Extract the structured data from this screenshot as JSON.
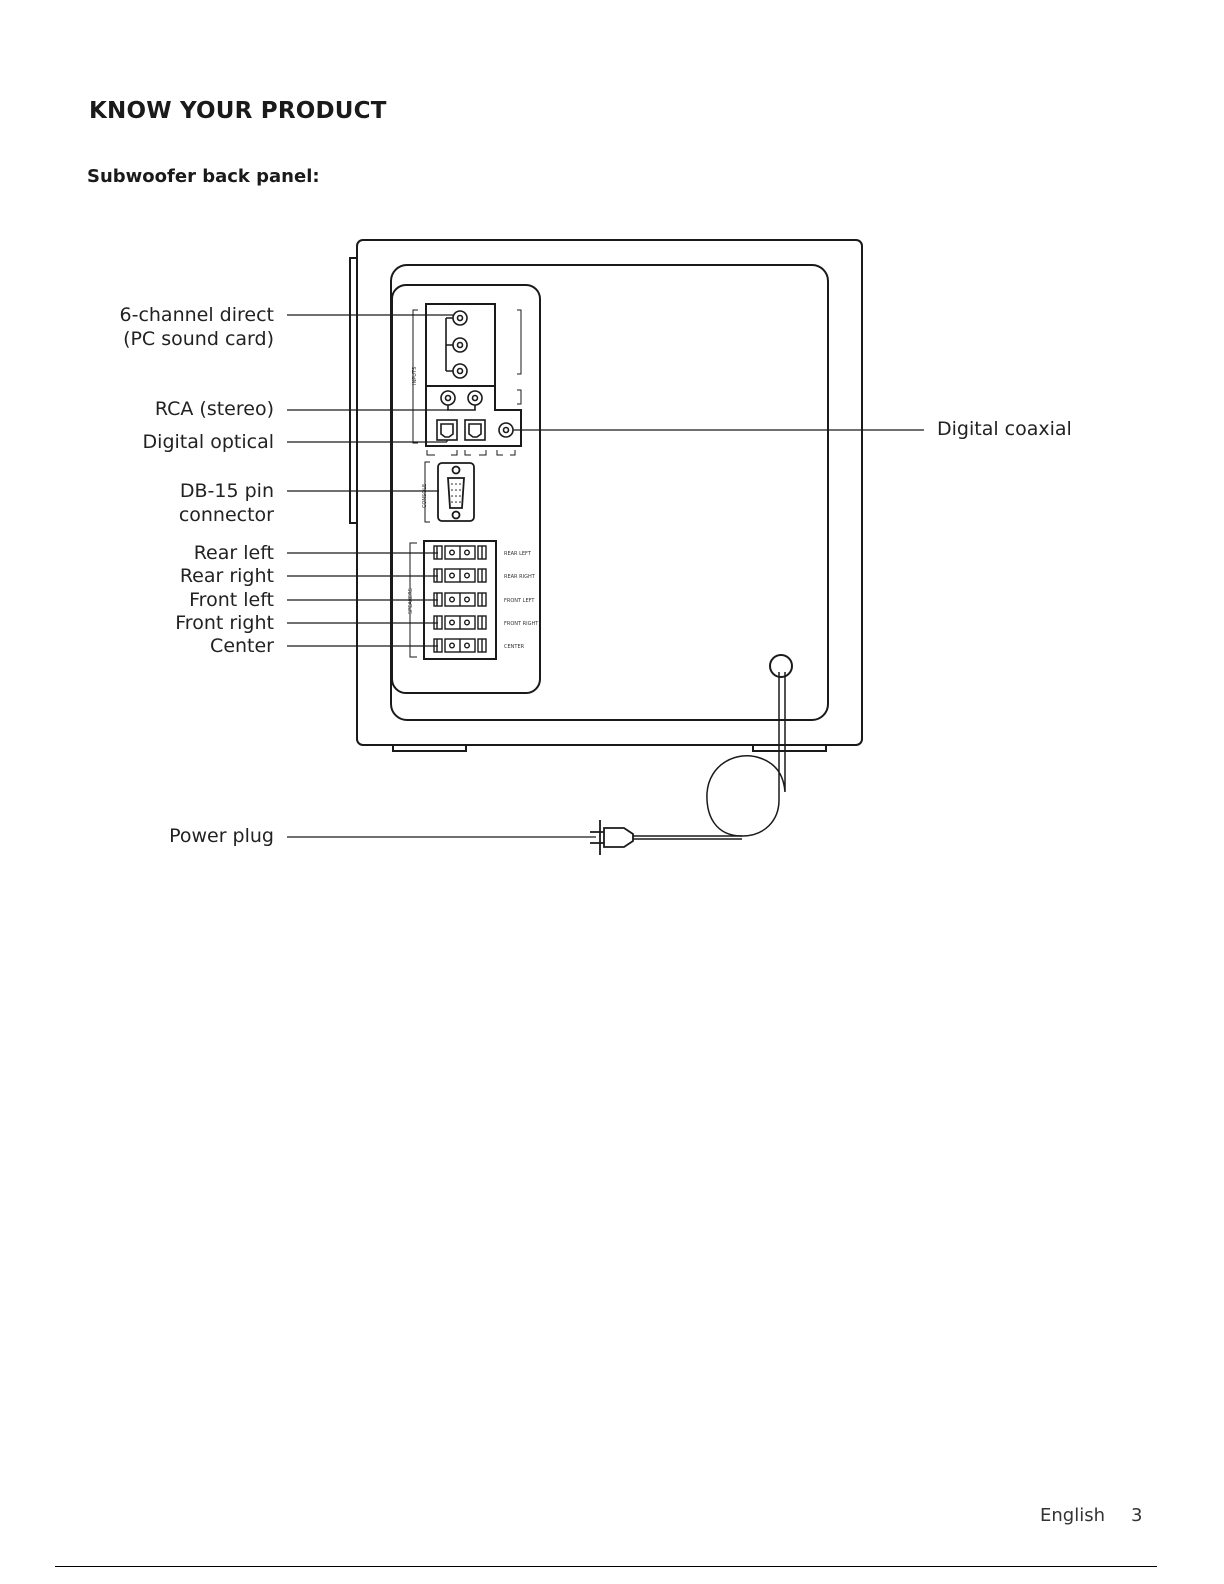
{
  "page": {
    "title": "KNOW YOUR PRODUCT",
    "subtitle": "Subwoofer back panel:"
  },
  "callouts": {
    "six_channel_line1": "6-channel direct",
    "six_channel_line2": "(PC sound card)",
    "rca": "RCA (stereo)",
    "digital_optical": "Digital optical",
    "db15_line1": "DB-15 pin",
    "db15_line2": "connector",
    "rear_left": "Rear left",
    "rear_right": "Rear right",
    "front_left": "Front left",
    "front_right": "Front right",
    "center": "Center",
    "power_plug": "Power plug",
    "digital_coaxial": "Digital coaxial"
  },
  "panel_labels": {
    "inputs": "INPUTS",
    "console": "CONSOLE",
    "speakers": "SPEAKERS",
    "rear_left": "REAR LEFT",
    "rear_right": "REAR RIGHT",
    "front_left": "FRONT LEFT",
    "front_right": "FRONT RIGHT",
    "center": "CENTER"
  },
  "footer": {
    "language": "English",
    "page_number": "3"
  }
}
